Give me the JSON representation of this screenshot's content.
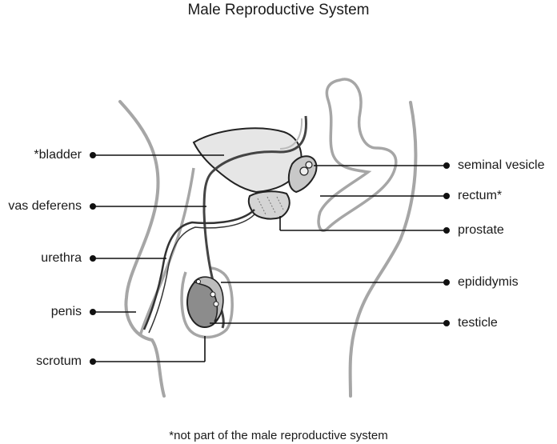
{
  "title": "Male Reproductive System",
  "footnote": "*not part of the male reproductive system",
  "labels_left": [
    {
      "key": "bladder",
      "text": "*bladder"
    },
    {
      "key": "vas-deferens",
      "text": "vas deferens"
    },
    {
      "key": "urethra",
      "text": "urethra"
    },
    {
      "key": "penis",
      "text": "penis"
    },
    {
      "key": "scrotum",
      "text": "scrotum"
    }
  ],
  "labels_right": [
    {
      "key": "seminal-vesicle",
      "text": "seminal vesicle"
    },
    {
      "key": "rectum",
      "text": "rectum*"
    },
    {
      "key": "prostate",
      "text": "prostate"
    },
    {
      "key": "epididymis",
      "text": "epididymis"
    },
    {
      "key": "testicle",
      "text": "testicle"
    }
  ],
  "colors": {
    "outline": "#a6a6a6",
    "organ_stroke": "#222222",
    "organ_fill": "#e6e6e6",
    "testis_fill": "#8c8c8c",
    "leader": "#111111"
  }
}
